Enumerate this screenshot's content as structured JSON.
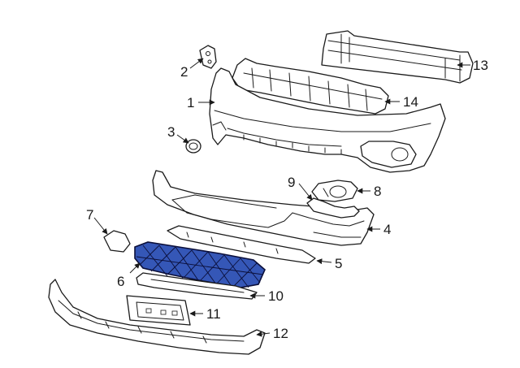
{
  "colors": {
    "line": "#1a1a1a",
    "highlight_fill": "#3557b7",
    "highlight_stroke": "#0b0f3a",
    "background": "#ffffff"
  },
  "callouts": {
    "c1": "1",
    "c2": "2",
    "c3": "3",
    "c4": "4",
    "c5": "5",
    "c6": "6",
    "c7": "7",
    "c8": "8",
    "c9": "9",
    "c10": "10",
    "c11": "11",
    "c12": "12",
    "c13": "13",
    "c14": "14"
  },
  "highlighted_part": "6"
}
